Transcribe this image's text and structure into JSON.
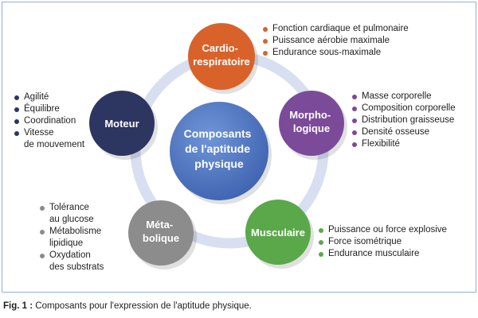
{
  "center": {
    "lines": [
      "Composants",
      "de l'aptitude",
      "physique"
    ]
  },
  "nodes": {
    "cardio": {
      "lines": [
        "Cardio-",
        "respiratoire"
      ],
      "color": "#d9622b"
    },
    "morpho": {
      "lines": [
        "Morpho-",
        "logique"
      ],
      "color": "#7b4b9a"
    },
    "musculaire": {
      "lines": [
        "Musculaire"
      ],
      "color": "#5aa84a"
    },
    "meta": {
      "lines": [
        "Méta-",
        "bolique"
      ],
      "color": "#8c8c8c"
    },
    "moteur": {
      "lines": [
        "Moteur"
      ],
      "color": "#2d3561"
    }
  },
  "lists": {
    "cardio": [
      "Fonction cardiaque et pulmonaire",
      "Puissance aérobie maximale",
      "Endurance sous-maximale"
    ],
    "morpho": [
      "Masse corporelle",
      "Composition corporelle",
      "Distribution graisseuse",
      "Densité osseuse",
      "Flexibilité"
    ],
    "musculaire": [
      "Puissance ou force explosive",
      "Force isométrique",
      "Endurance musculaire"
    ],
    "meta": [
      "Tolérance\nau glucose",
      "Métabolisme\nlipidique",
      "Oxydation\ndes substrats"
    ],
    "moteur": [
      "Agilité",
      "Équilibre",
      "Coordination",
      "Vitesse\nde mouvement"
    ]
  },
  "caption": {
    "label": "Fig. 1 :",
    "text": " Composants pour l'expression de l'aptitude physique."
  }
}
